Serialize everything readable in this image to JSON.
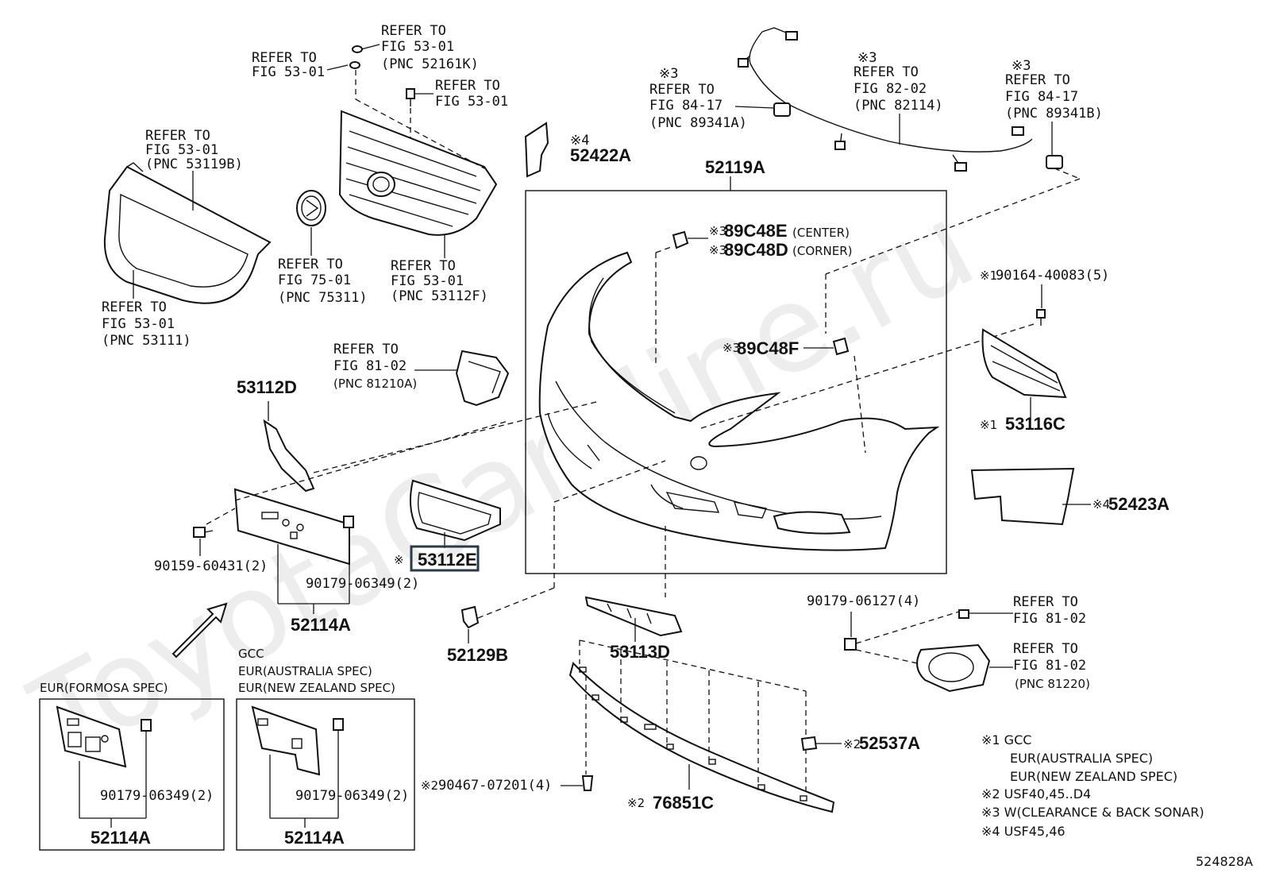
{
  "watermark": "ToyotaCarMine.ru",
  "figure_code": "524828A",
  "highlighted_part": "53112E",
  "labels": {
    "grille_frame_ref": [
      "REFER TO",
      "FIG 53-01",
      "(PNC 53119B)"
    ],
    "grille_outer_ref": [
      "REFER TO",
      "FIG 53-01",
      "(PNC 53111)"
    ],
    "clip_left_ref": [
      "REFER TO",
      "FIG 53-01"
    ],
    "clip_top_ref": [
      "REFER TO",
      "FIG 53-01",
      "(PNC 52161K)"
    ],
    "screw_ref": [
      "REFER TO",
      "FIG 53-01"
    ],
    "emblem_ref": [
      "REFER TO",
      "FIG 75-01",
      "(PNC 75311)"
    ],
    "grille_ref": [
      "REFER TO",
      "FIG 53-01",
      "(PNC 53112F)"
    ],
    "fog_bracket_ref": [
      "REFER TO",
      "FIG 81-02",
      "(PNC 81210A)"
    ],
    "sensor_left_ref": [
      "※3",
      "REFER TO",
      "FIG 84-17",
      "(PNC 89341A)"
    ],
    "wire_ref": [
      "※3",
      "REFER TO",
      "FIG 82-02",
      "(PNC 82114)"
    ],
    "sensor_right_ref": [
      "※3",
      "REFER TO",
      "FIG 84-17",
      "(PNC 89341B)"
    ],
    "fog_screw_ref": [
      "REFER TO",
      "FIG 81-02"
    ],
    "fog_lamp_ref": [
      "REFER TO",
      "FIG 81-02",
      "(PNC 81220)"
    ]
  },
  "parts": {
    "p52422A": "52422A",
    "p52422A_mark": "※4",
    "p52119A": "52119A",
    "p89C48E": "89C48E",
    "p89C48E_mark": "※3",
    "p89C48E_note": "(CENTER)",
    "p89C48D": "89C48D",
    "p89C48D_mark": "※3",
    "p89C48D_note": "(CORNER)",
    "p89C48F": "89C48F",
    "p89C48F_mark": "※3",
    "p90164": "90164-40083(5)",
    "p90164_mark": "※1",
    "p53116C": "53116C",
    "p53116C_mark": "※1",
    "p52423A": "52423A",
    "p52423A_mark": "※4",
    "p53112D": "53112D",
    "p53112E_mark": "※",
    "p90159": "90159-60431(2)",
    "p90179a": "90179-06349(2)",
    "p52114A": "52114A",
    "p52129B": "52129B",
    "p53113D": "53113D",
    "p90179_06127": "90179-06127(4)",
    "p52537A": "52537A",
    "p52537A_mark": "※2",
    "p90467": "90467-07201(4)",
    "p90467_mark": "※2",
    "p76851C": "76851C",
    "p76851C_mark": "※2",
    "box_left_title": "EUR(FORMOSA SPEC)",
    "box_left_fastener": "90179-06349(2)",
    "box_left_part": "52114A",
    "box_mid_title": [
      "GCC",
      "EUR(AUSTRALIA SPEC)",
      "EUR(NEW ZEALAND SPEC)"
    ],
    "box_mid_fastener": "90179-06349(2)",
    "box_mid_part": "52114A"
  },
  "legend": [
    "※1 GCC",
    "EUR(AUSTRALIA SPEC)",
    "EUR(NEW ZEALAND SPEC)",
    "※2 USF40,45..D4",
    "※3 W(CLEARANCE & BACK SONAR)",
    "※4 USF45,46"
  ]
}
